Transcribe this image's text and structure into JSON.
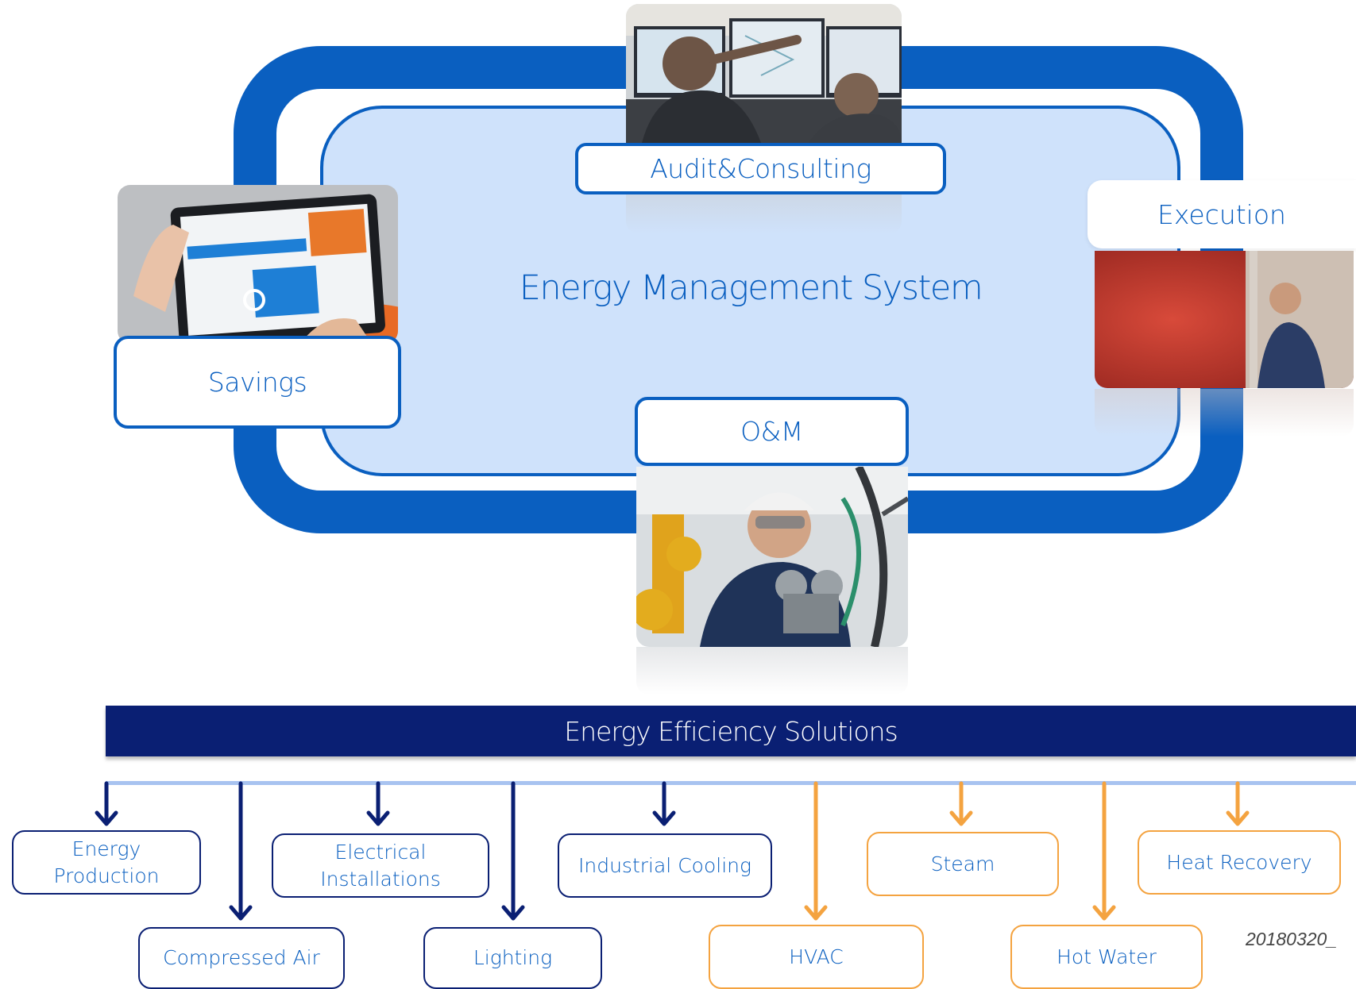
{
  "diagram": {
    "title": "Energy Management System",
    "stages": {
      "audit": "Audit&Consulting",
      "execution": "Execution",
      "om": "O&M",
      "savings": "Savings"
    },
    "photo_icons": {
      "audit": "control-room-photo",
      "execution": "technician-photo",
      "om": "engineer-photo",
      "savings": "tablet-photo"
    }
  },
  "solutions": {
    "header": "Energy Efficiency Solutions",
    "items": [
      {
        "label": "Energy\nProduction",
        "color": "#0a1f73"
      },
      {
        "label": "Compressed Air",
        "color": "#0a1f73"
      },
      {
        "label": "Electrical\nInstallations",
        "color": "#0a1f73"
      },
      {
        "label": "Lighting",
        "color": "#0a1f73"
      },
      {
        "label": "Industrial Cooling",
        "color": "#0a1f73"
      },
      {
        "label": "HVAC",
        "color": "#f4a340"
      },
      {
        "label": "Steam",
        "color": "#f4a340"
      },
      {
        "label": "Hot Water",
        "color": "#f4a340"
      },
      {
        "label": "Heat Recovery",
        "color": "#f4a340"
      }
    ]
  },
  "footer": {
    "doc_id": "20180320_"
  },
  "colors": {
    "primary_blue": "#0a5fc0",
    "navy": "#0a1f73",
    "orange": "#f4a340",
    "panel": "#cfe2fb"
  }
}
